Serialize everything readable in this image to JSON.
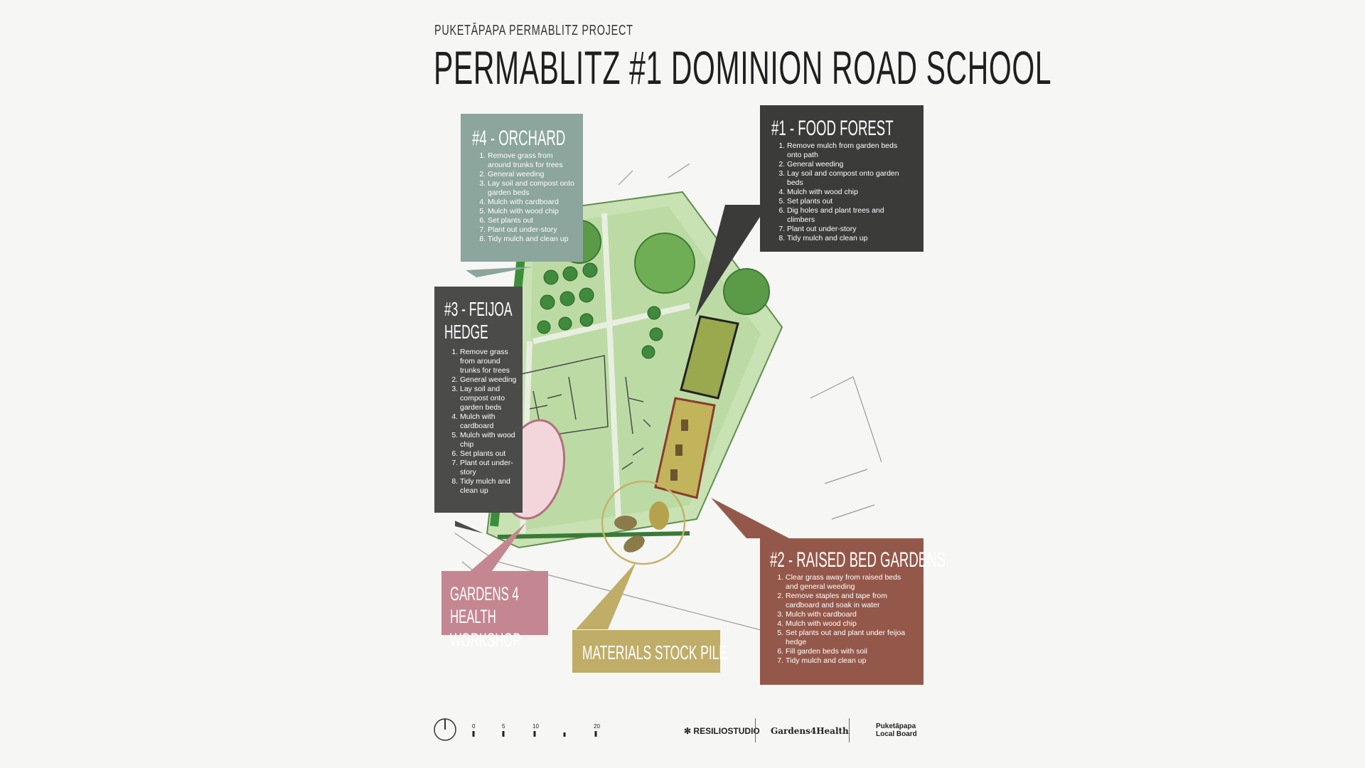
{
  "header": {
    "subtitle": "PUKETĀPAPA PERMABLITZ PROJECT",
    "title": "PERMABLITZ #1  DOMINION ROAD SCHOOL"
  },
  "zones": {
    "orchard": {
      "title": "#4 - ORCHARD",
      "color": "#8ca59d",
      "steps": [
        "Remove grass from around trunks for trees",
        "General weeding",
        "Lay soil and compost onto garden beds",
        "Mulch with cardboard",
        "Mulch with wood chip",
        "Set plants out",
        "Plant out under-story",
        "Tidy mulch and clean up"
      ]
    },
    "food_forest": {
      "title": "#1 - FOOD FOREST",
      "color": "#3b3b3a",
      "steps": [
        "Remove mulch from garden beds onto path",
        "General weeding",
        "Lay soil and compost onto garden beds",
        "Mulch with wood chip",
        "Set plants out",
        "Dig holes and plant trees and climbers",
        "Plant out under-story",
        "Tidy mulch and clean up"
      ]
    },
    "feijoa_hedge": {
      "title": "#3 - FEIJOA HEDGE",
      "color": "#4b4b4a",
      "steps": [
        "Remove grass from around trunks for trees",
        "General weeding",
        "Lay soil and compost onto garden beds",
        "Mulch with cardboard",
        "Mulch with wood chip",
        "Set plants out",
        "Plant out under-story",
        "Tidy mulch and clean up"
      ]
    },
    "raised_beds": {
      "title": "#2 - RAISED BED GARDENS",
      "color": "#94584a",
      "steps": [
        "Clear grass away from raised beds and general weeding",
        "Remove staples and tape from cardboard and soak in water",
        "Mulch with cardboard",
        "Mulch with wood chip",
        "Set plants out and plant under feijoa hedge",
        "Fill garden beds with soil",
        "Tidy mulch and clean up"
      ]
    },
    "workshop": {
      "title": "GARDENS 4 HEALTH WORKSHOP",
      "color": "#c48791"
    },
    "stockpile": {
      "title": "MATERIALS STOCK PILE",
      "color": "#bfad68"
    }
  },
  "footer": {
    "scale": [
      "0",
      "5",
      "10",
      "20"
    ],
    "logos": [
      "RESILIOSTUDIO",
      "Gardens4Health",
      "Puketāpapa Local Board"
    ]
  }
}
